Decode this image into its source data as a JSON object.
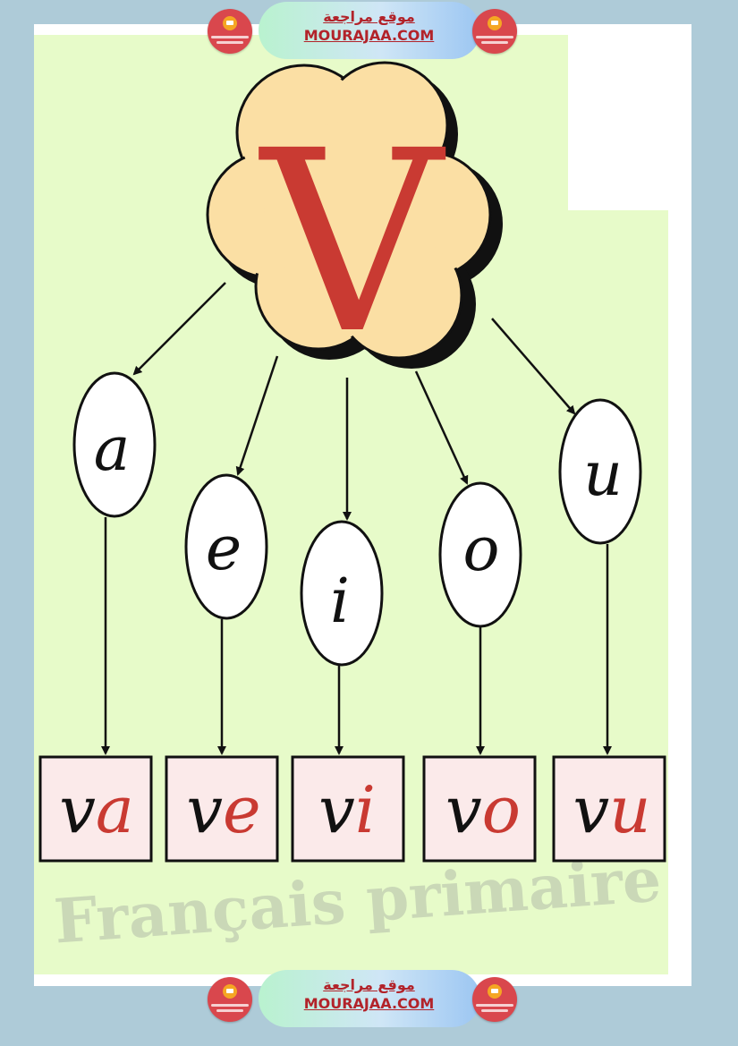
{
  "header": {
    "site_arabic": "موقع مراجعة",
    "site_url": "MOURAJAA.COM"
  },
  "footer": {
    "site_arabic": "موقع مراجعة",
    "site_url": "MOURAJAA.COM"
  },
  "diagram": {
    "consonant": "V",
    "vowels": [
      "a",
      "e",
      "i",
      "o",
      "u"
    ],
    "syllables": [
      {
        "consonant": "v",
        "vowel": "a"
      },
      {
        "consonant": "v",
        "vowel": "e"
      },
      {
        "consonant": "v",
        "vowel": "i"
      },
      {
        "consonant": "v",
        "vowel": "o"
      },
      {
        "consonant": "v",
        "vowel": "u"
      }
    ]
  },
  "watermark": "Français primaire",
  "colors": {
    "accent_red": "#c93a32",
    "cloud_fill": "#fbdfa4",
    "syllable_box": "#fbeaea",
    "background_green": "#e7fbc9"
  }
}
